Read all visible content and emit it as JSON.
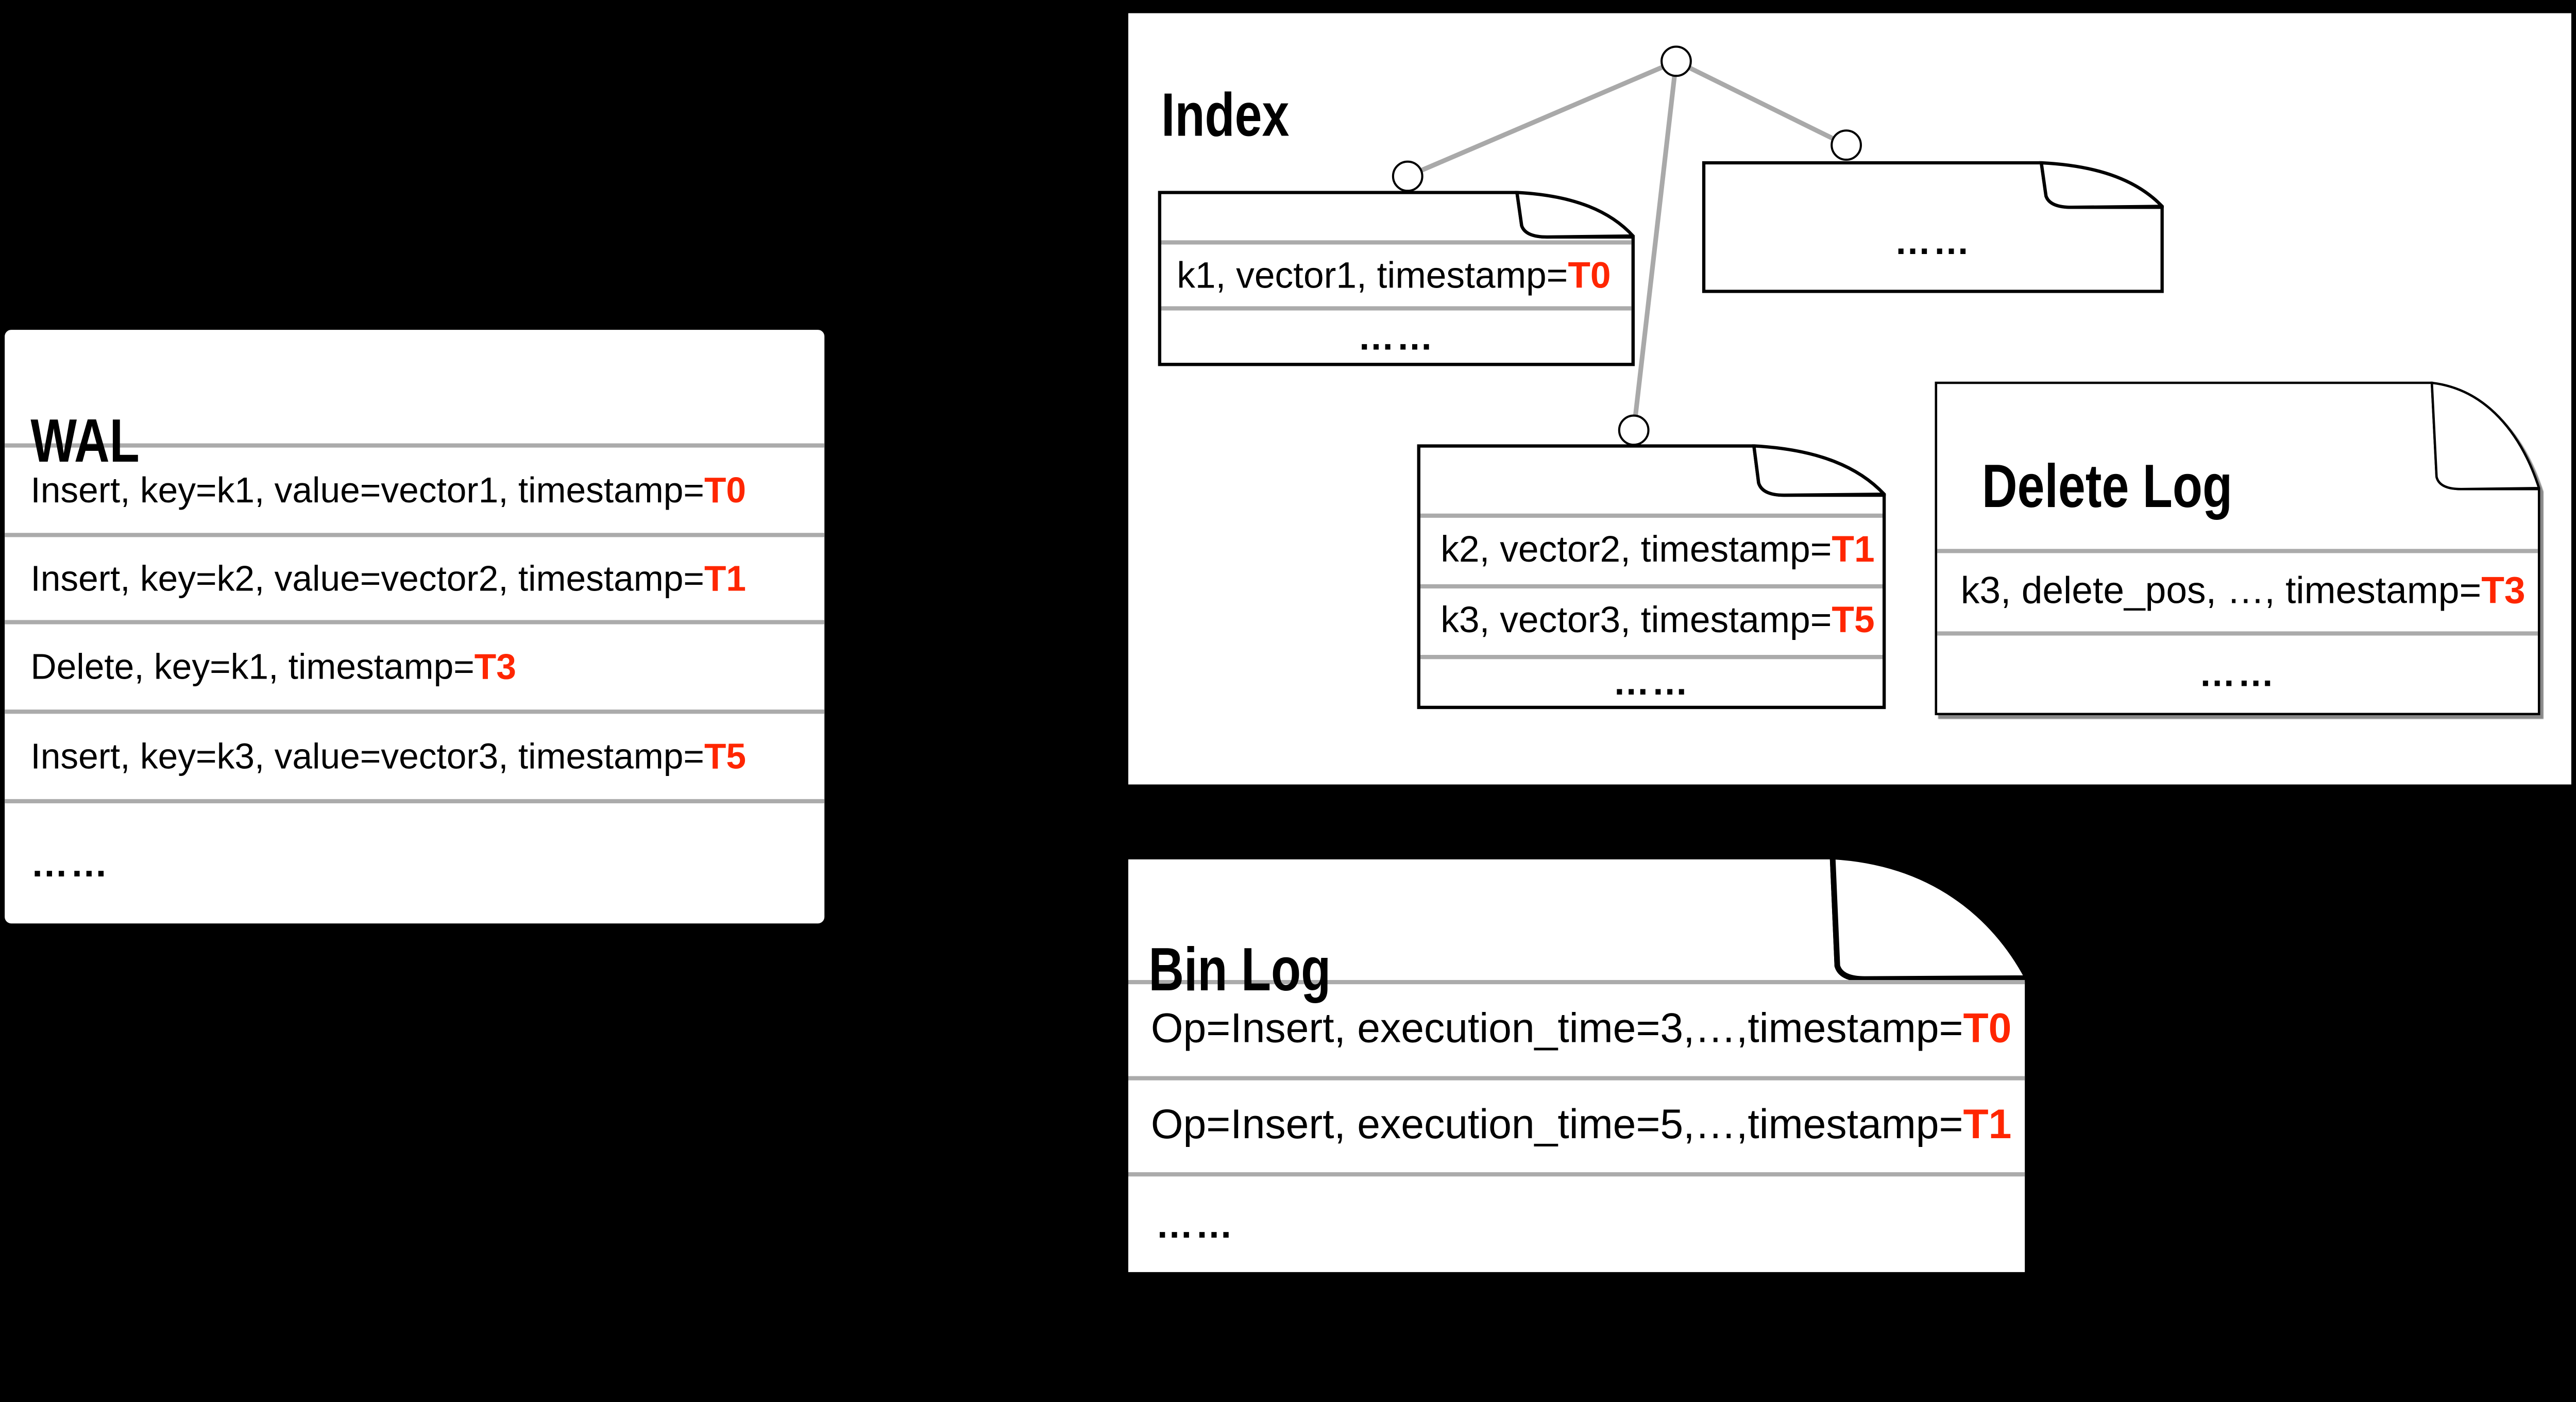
{
  "colors": {
    "background": "#000000",
    "box_background": "#ffffff",
    "accent_red": "#ff2600",
    "separator_gray": "#ababab",
    "tree_edge_gray": "#a9a9a9",
    "border_black": "#000000"
  },
  "wal": {
    "title": "WAL",
    "rows": [
      {
        "text": "Insert, key=k1, value=vector1, timestamp=",
        "ts": "T0"
      },
      {
        "text": "Insert, key=k2, value=vector2, timestamp=",
        "ts": "T1"
      },
      {
        "text": "Delete, key=k1, timestamp=",
        "ts": "T3"
      },
      {
        "text": "Insert, key=k3, value=vector3, timestamp=",
        "ts": "T5"
      }
    ],
    "more": "……"
  },
  "index": {
    "title": "Index",
    "segment_a": {
      "row": {
        "text": "k1, vector1, timestamp=",
        "ts": "T0"
      },
      "more": "……"
    },
    "segment_b": {
      "more": "……"
    },
    "segment_c": {
      "rows": [
        {
          "text": "k2, vector2, timestamp=",
          "ts": "T1"
        },
        {
          "text": "k3, vector3, timestamp=",
          "ts": "T5"
        }
      ],
      "more": "……"
    },
    "delete_log": {
      "title": "Delete Log",
      "row": {
        "text": "k3, delete_pos, …, timestamp=",
        "ts": "T3"
      },
      "more": "……"
    }
  },
  "bin_log": {
    "title": "Bin Log",
    "rows": [
      {
        "text": "Op=Insert, execution_time=3,…,timestamp=",
        "ts": "T0"
      },
      {
        "text": "Op=Insert, execution_time=5,…,timestamp=",
        "ts": "T1"
      }
    ],
    "more": "……"
  }
}
